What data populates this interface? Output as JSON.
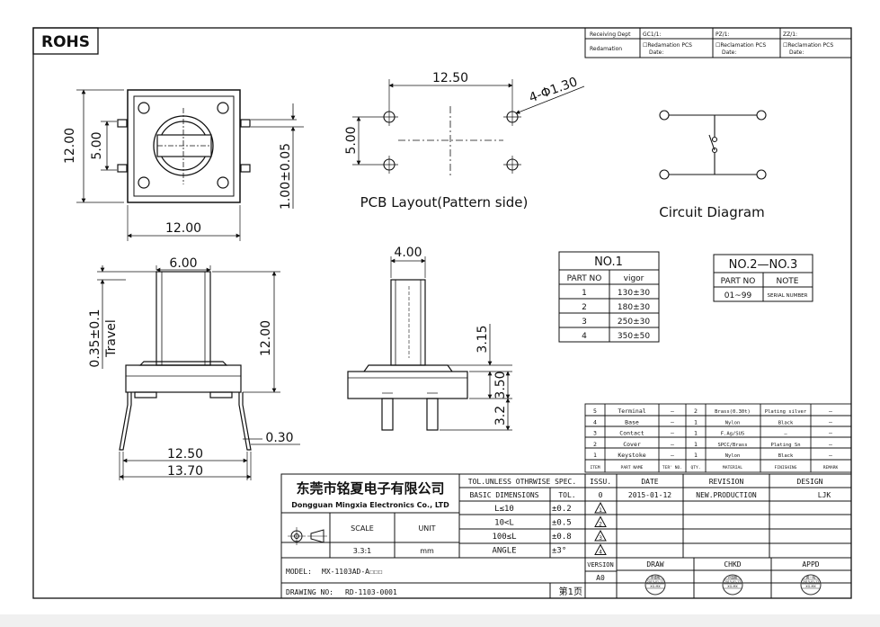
{
  "rohs_label": "ROHS",
  "receiving": {
    "dept_label": "Receiving Dept",
    "redamation_label": "Redamation",
    "cols": [
      {
        "header": "GC1/1:",
        "line1": "☐Redamation  PCS",
        "line2": "Date:"
      },
      {
        "header": "PZ/1:",
        "line1": "☐Reclamation  PCS",
        "line2": "Date:"
      },
      {
        "header": "ZZ/1:",
        "line1": "☐Reclamation  PCS",
        "line2": "Date:"
      }
    ]
  },
  "top_view": {
    "dim_12_00_left": "12.00",
    "dim_5_00": "5.00",
    "dim_12_00_bottom": "12.00",
    "dim_1_00": "1.00±0.05"
  },
  "pcb_layout": {
    "dim_12_50": "12.50",
    "dim_hole": "4-Φ1.30",
    "dim_5_00": "5.00",
    "caption": "PCB Layout(Pattern side)"
  },
  "circuit": {
    "caption": "Circuit Diagram"
  },
  "side_view": {
    "dim_6_00": "6.00",
    "dim_travel": "0.35±0.1",
    "travel_label": "Travel",
    "dim_12_00": "12.00",
    "dim_0_30": "0.30",
    "dim_12_50": "12.50",
    "dim_13_70": "13.70"
  },
  "front_view": {
    "dim_4_00": "4.00",
    "dim_3_15": "3.15",
    "dim_3_50": "3.50",
    "dim_3_2": "3.2"
  },
  "no1_table": {
    "title": "NO.1",
    "headers": [
      "PART NO",
      "vigor"
    ],
    "rows": [
      [
        "1",
        "130±30"
      ],
      [
        "2",
        "180±30"
      ],
      [
        "3",
        "250±30"
      ],
      [
        "4",
        "350±50"
      ]
    ]
  },
  "no2_table": {
    "title": "NO.2—NO.3",
    "headers": [
      "PART NO",
      "NOTE"
    ],
    "rows": [
      [
        "01~99",
        "SERIAL NUMBER"
      ]
    ]
  },
  "bom": {
    "rows": [
      [
        "5",
        "Terminal",
        "—",
        "2",
        "Brass(0.30t)",
        "Plating silver",
        "—"
      ],
      [
        "4",
        "Base",
        "—",
        "1",
        "Nylon",
        "Black",
        "—"
      ],
      [
        "3",
        "Contact",
        "—",
        "1",
        "F.Ag/SUS",
        "—",
        "—"
      ],
      [
        "2",
        "Cover",
        "—",
        "1",
        "SPCC/Brass",
        "Plating Sn",
        "—"
      ],
      [
        "1",
        "Keystoke",
        "—",
        "1",
        "Nylon",
        "Black",
        "—"
      ]
    ],
    "headers": [
      "ITEM",
      "PART NAME",
      "TER' NO.",
      "QTY.",
      "MATERIAL",
      "FINISHING",
      "REMARK"
    ]
  },
  "title_block": {
    "company_cn": "东莞市铭夏电子有限公司",
    "company_en": "Dongguan Mingxia Electronics Co., LTD",
    "tol_header": "TOL.UNLESS OTHRWISE SPEC.",
    "basic_dims": "BASIC DIMENSIONS",
    "tol_label": "TOL.",
    "tol_rows": [
      [
        "L≤10",
        "±0.2"
      ],
      [
        "10<L",
        "±0.5"
      ],
      [
        "100≤L",
        "±0.8"
      ],
      [
        "ANGLE",
        "±3°"
      ]
    ],
    "scale_label": "SCALE",
    "unit_label": "UNIT",
    "scale_value": "3.3:1",
    "unit_value": "mm",
    "issu_label": "ISSU.",
    "date_label": "DATE",
    "revision_label": "REVISION",
    "design_label": "DESIGN",
    "issu_value": "0",
    "date_value": "2015-01-12",
    "revision_value": "NEW.PRODUCTION",
    "design_value": "LJK",
    "tri_labels": [
      "1",
      "2",
      "3",
      "4"
    ],
    "version_label": "VERSION",
    "version_value": "A0",
    "draw_label": "DRAW",
    "chkd_label": "CHKD",
    "appd_label": "APPD",
    "stamp_lines": [
      [
        "李德明",
        "2015-01-12",
        "XG-MX"
      ],
      [
        "卢国刚",
        "2015-01-12",
        "XG-MX"
      ],
      [
        "周一鸣",
        "2015-01-12",
        "XG-MX"
      ]
    ],
    "model_label": "MODEL:",
    "model_value": "MX-1103AD-A☐☐☐",
    "drawing_label": "DRAWING NO:",
    "drawing_value": "RD-1103-0001",
    "page_label": "第1页"
  },
  "colors": {
    "line": "#111111",
    "stamp": "#333333",
    "background": "#ffffff"
  }
}
